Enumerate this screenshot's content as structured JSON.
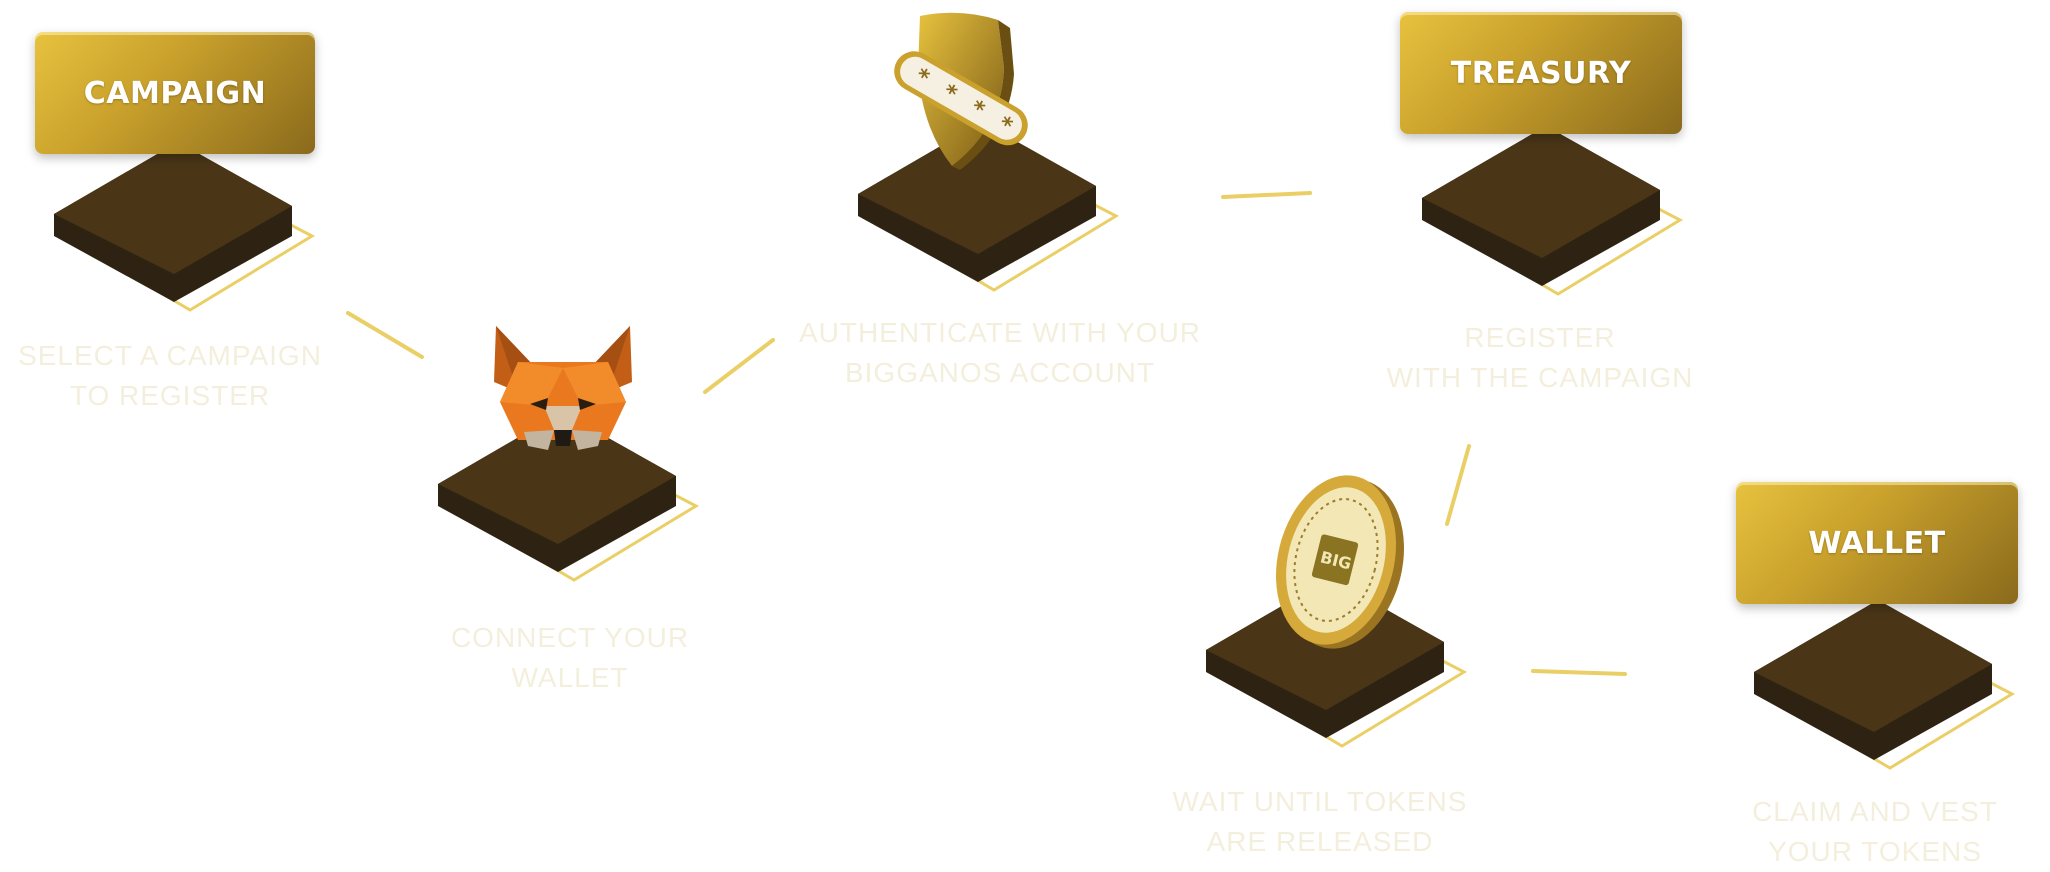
{
  "colors": {
    "gold_light": "#e7c23e",
    "gold_dark": "#8a6a1c",
    "pedestal_top": "#4a3517",
    "pedestal_side": "#2e2313",
    "caption_text": "#f4efdc",
    "connector": "#e6c74c",
    "fox_orange": "#e9781f"
  },
  "steps": [
    {
      "id": "campaign",
      "label": "CAMPAIGN",
      "icon": "campaign-label-icon",
      "caption": [
        "SELECT A CAMPAIGN",
        "TO REGISTER"
      ]
    },
    {
      "id": "wallet-connect",
      "label": "",
      "icon": "metamask-fox-icon",
      "caption": [
        "CONNECT YOUR",
        "WALLET"
      ]
    },
    {
      "id": "authenticate",
      "label": "",
      "icon": "shield-password-icon",
      "caption": [
        "AUTHENTICATE WITH YOUR",
        "BIGGANOS ACCOUNT"
      ]
    },
    {
      "id": "treasury",
      "label": "TREASURY",
      "icon": "treasury-label-icon",
      "caption": [
        "REGISTER",
        "WITH THE CAMPAIGN"
      ]
    },
    {
      "id": "tokens",
      "label": "",
      "icon": "bigganos-coin-icon",
      "coin_text": "BIG",
      "caption": [
        "WAIT UNTIL TOKENS",
        "ARE RELEASED"
      ]
    },
    {
      "id": "wallet",
      "label": "WALLET",
      "icon": "wallet-label-icon",
      "caption": [
        "CLAIM AND VEST",
        "YOUR TOKENS"
      ]
    }
  ]
}
